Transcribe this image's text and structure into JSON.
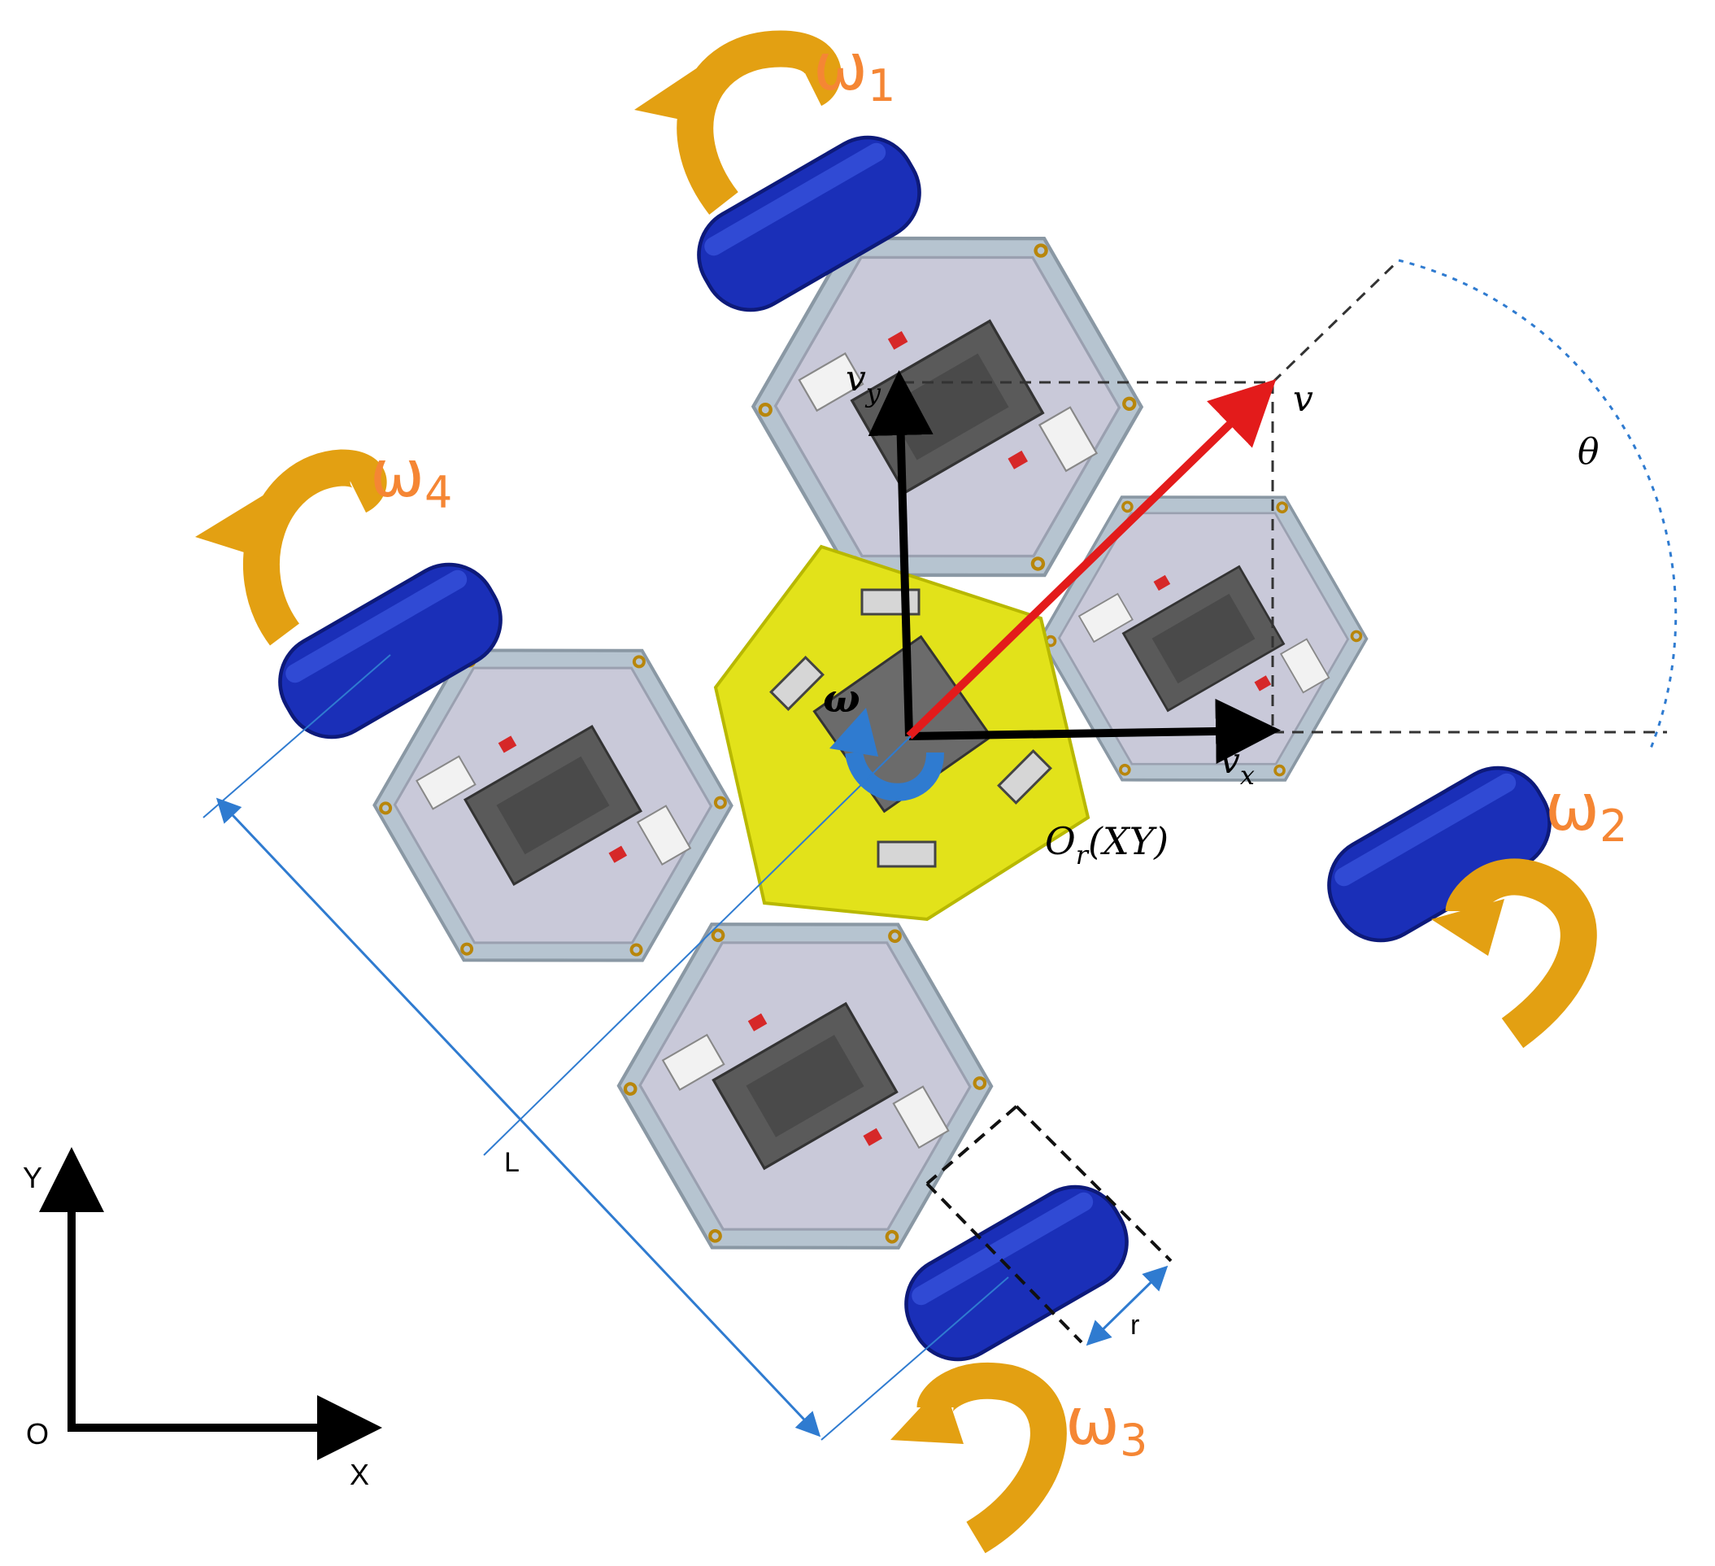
{
  "wheels": [
    {
      "omega": "ω",
      "sub": "1"
    },
    {
      "omega": "ω",
      "sub": "2"
    },
    {
      "omega": "ω",
      "sub": "3"
    },
    {
      "omega": "ω",
      "sub": "4"
    }
  ],
  "vectors": {
    "vx_base": "v",
    "vx_sub": "x",
    "vy_base": "v",
    "vy_sub": "y",
    "v": "v",
    "theta": "θ",
    "omega": "ω"
  },
  "origin_label": {
    "base": "O",
    "sub": "r",
    "rest": "(XY)"
  },
  "dimensions": {
    "L": "L",
    "r": "r"
  },
  "global_axes": {
    "origin": "O",
    "x": "X",
    "y": "Y"
  },
  "colors": {
    "module_body": "#c9c9d9",
    "module_rim": "#b6c4d0",
    "center_module": "#e2e21a",
    "wheel": "#1a2fb8",
    "rotation_arrow": "#e3a012",
    "velocity": "#e31b1b",
    "dimension_line": "#2f7bd0",
    "label_orange": "#f58634"
  }
}
